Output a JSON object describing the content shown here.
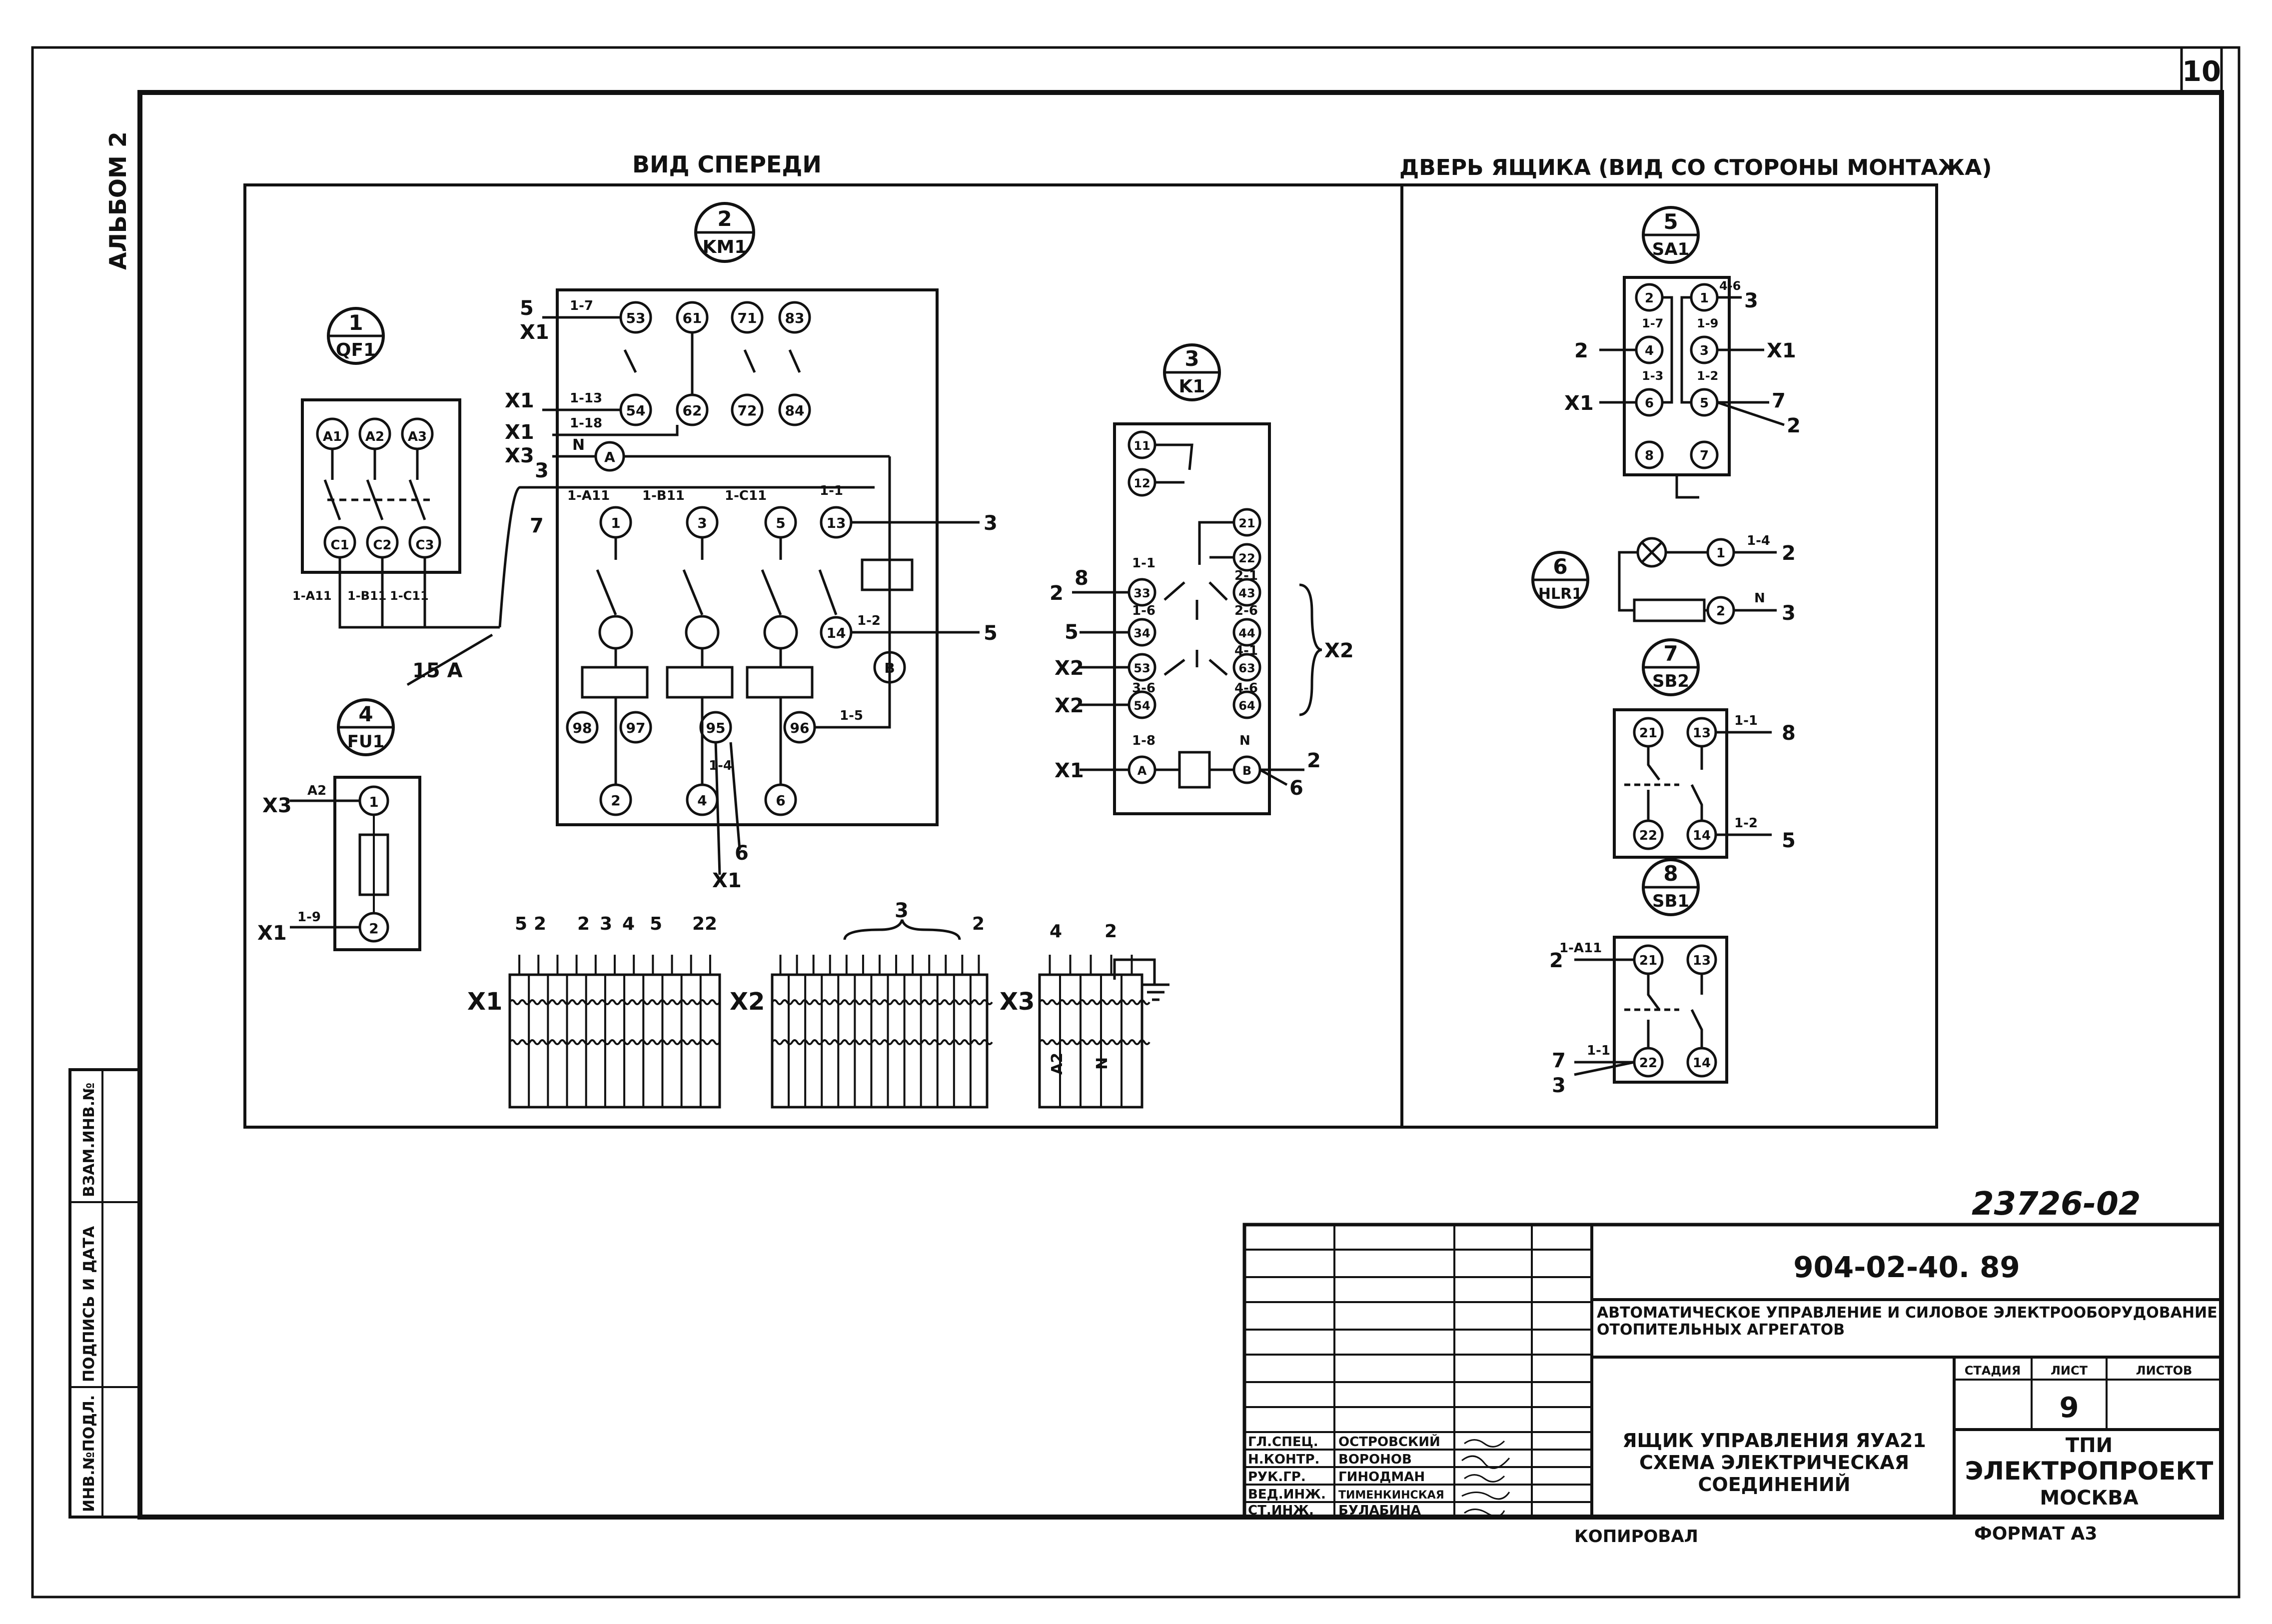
{
  "sheet": {
    "number": "10",
    "album": "АЛЬБОМ 2",
    "view_front": "ВИД  СПЕРЕДИ",
    "view_door": "ДВЕРЬ  ЯЩИКА  (ВИД СО СТОРОНЫ  МОНТАЖА)",
    "archive_no": "23726-02",
    "left_stamp": [
      "ИНВ.№ПОДЛ.",
      "ПОДПИСЬ И ДАТА",
      "ВЗАМ.ИНВ.№"
    ]
  },
  "devices": {
    "qf1": {
      "num": "1",
      "name": "QF1",
      "top": [
        "A1",
        "A2",
        "A3"
      ],
      "bottom": [
        "C1",
        "C2",
        "C3"
      ],
      "wires": [
        "1-A11",
        "1-B11",
        "1-C11"
      ],
      "current": "15 A"
    },
    "km1": {
      "num": "2",
      "name": "KM1",
      "aux_top": [
        "53",
        "61",
        "71",
        "83"
      ],
      "aux_bot": [
        "54",
        "62",
        "72",
        "84"
      ],
      "main_top": [
        "1",
        "3",
        "5",
        "13"
      ],
      "main_bot": [
        "2",
        "4",
        "6",
        "14"
      ],
      "coil": [
        "A",
        "B"
      ],
      "thermal": [
        "98",
        "97",
        "95",
        "96"
      ],
      "wires_in": [
        "1-7",
        "1-13",
        "1-18",
        "1-A11",
        "1-B11",
        "1-C11",
        "1-1",
        "1-2",
        "1-5",
        "1-4"
      ],
      "ext_left": [
        "5",
        "X1",
        "X1",
        "X1",
        "X3",
        "N",
        "3",
        "7"
      ],
      "ext_right": [
        "3",
        "5"
      ],
      "ext_bottom": [
        "6",
        "X1"
      ]
    },
    "k1": {
      "num": "3",
      "name": "K1",
      "contacts": [
        "11",
        "12",
        "21",
        "22",
        "33",
        "34",
        "43",
        "44",
        "53",
        "54",
        "63",
        "64",
        "A",
        "B"
      ],
      "wires": [
        "1-1",
        "1-6",
        "2-1",
        "2-6",
        "3-6",
        "4-1",
        "4-6",
        "1-8",
        "N"
      ],
      "ext_left": [
        "8",
        "2",
        "5",
        "X2",
        "X2",
        "X1"
      ],
      "ext_right": [
        "X2",
        "2",
        "6"
      ]
    },
    "fu1": {
      "num": "4",
      "name": "FU1",
      "terminals": [
        "1",
        "2"
      ],
      "wires": [
        "A2",
        "1-9"
      ],
      "ext": [
        "X3",
        "X1"
      ]
    },
    "sa1": {
      "num": "5",
      "name": "SA1",
      "terminals": [
        "2",
        "1",
        "4",
        "3",
        "6",
        "5",
        "8",
        "7"
      ],
      "wires": [
        "1-7",
        "1-9",
        "1-3",
        "1-2",
        "4-6"
      ],
      "ext": [
        "3",
        "2",
        "X1",
        "X1",
        "7",
        "2"
      ]
    },
    "hlr1": {
      "num": "6",
      "name": "HLR1",
      "terminals": [
        "1",
        "2"
      ],
      "wires": [
        "1-4",
        "N"
      ],
      "ext": [
        "2",
        "3"
      ]
    },
    "sb2": {
      "num": "7",
      "name": "SB2",
      "terminals": [
        "21",
        "13",
        "22",
        "14"
      ],
      "wires": [
        "1-1",
        "1-2"
      ],
      "ext": [
        "8",
        "5"
      ]
    },
    "sb1": {
      "num": "8",
      "name": "SB1",
      "terminals": [
        "21",
        "13",
        "22",
        "14"
      ],
      "wires": [
        "1-A11",
        "1-1"
      ],
      "ext": [
        "2",
        "7",
        "3"
      ]
    }
  },
  "terminal_blocks": {
    "x1": {
      "label": "X1",
      "top_labels": [
        "5",
        "2",
        "2",
        "3",
        "4",
        "5",
        "22"
      ]
    },
    "x2": {
      "label": "X2",
      "top_labels": [
        "3",
        "2"
      ]
    },
    "x3": {
      "label": "X3",
      "top_labels": [
        "4",
        "2"
      ],
      "row_labels": [
        "A2",
        "N"
      ]
    }
  },
  "title_block": {
    "doc_no": "904-02-40. 89",
    "project": "АВТОМАТИЧЕСКОЕ УПРАВЛЕНИЕ И СИЛОВОЕ ЭЛЕКТРООБОРУДОВАНИЕ ОТОПИТЕЛЬНЫХ АГРЕГАТОВ",
    "sheet_title": "ЯЩИК УПРАВЛЕНИЯ ЯУА21  СХЕМА ЭЛЕКТРИЧЕСКАЯ СОЕДИНЕНИЙ",
    "col_stage": "СТАДИЯ",
    "col_sheet": "ЛИСТ",
    "col_sheets": "ЛИСТОВ",
    "sheet_no": "9",
    "org_line1": "ТПИ",
    "org_line2": "ЭЛЕКТРОПРОЕКТ",
    "org_line3": "МОСКВА",
    "copied": "КОПИРОВАЛ",
    "format": "ФОРМАТ А3",
    "signatures": [
      {
        "role": "ГЛ.СПЕЦ.",
        "name": "ОСТРОВСКИЙ"
      },
      {
        "role": "Н.КОНТР.",
        "name": "ВОРОНОВ"
      },
      {
        "role": "РУК.ГР.",
        "name": "ГИНОДМАН"
      },
      {
        "role": "ВЕД.ИНЖ.",
        "name": "ТИМЕНКИНСКАЯ"
      },
      {
        "role": "СТ.ИНЖ.",
        "name": "БУЛАБИНА"
      }
    ]
  }
}
